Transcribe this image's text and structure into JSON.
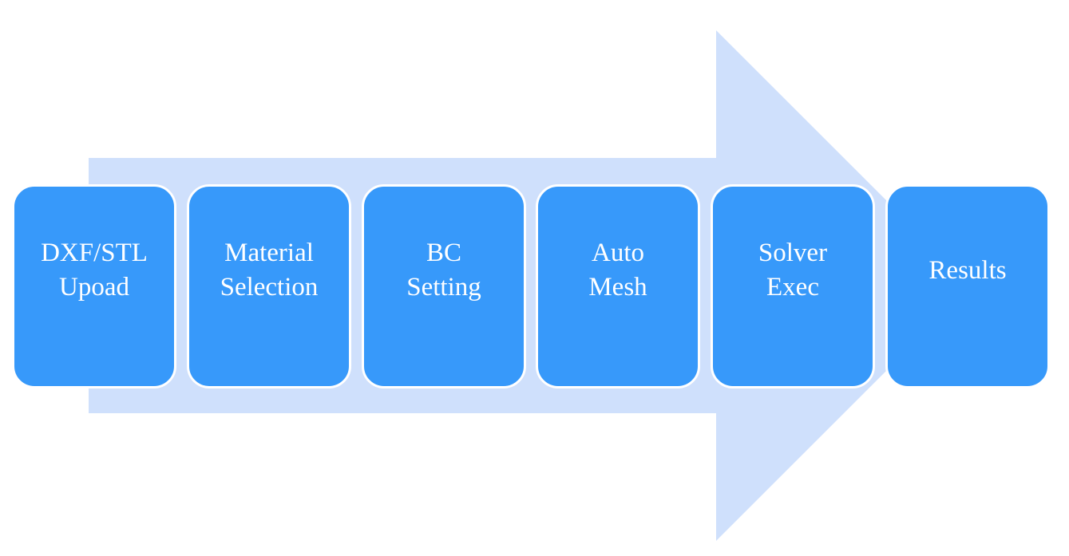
{
  "diagram": {
    "arrow_color": "#cfe0fc",
    "step_color": "#3799fa",
    "step_text_color": "#ffffff",
    "steps": [
      {
        "label": "DXF/STL\nUpoad"
      },
      {
        "label": "Material\nSelection"
      },
      {
        "label": "BC\nSetting"
      },
      {
        "label": "Auto\nMesh"
      },
      {
        "label": "Solver\nExec"
      },
      {
        "label": "Results"
      }
    ]
  }
}
